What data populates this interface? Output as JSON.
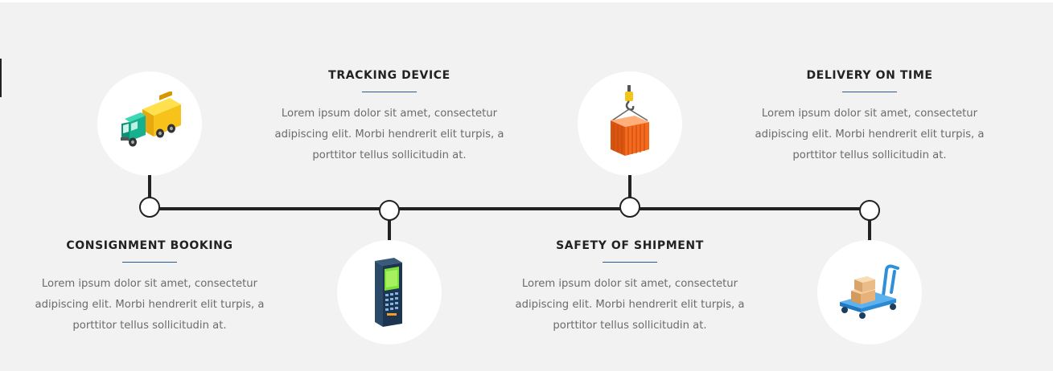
{
  "steps": [
    {
      "title": "CONSIGNMENT BOOKING",
      "description": "Lorem ipsum dolor sit amet, consectetur adipiscing elit. Morbi hendrerit elit turpis, a porttitor tellus sollicitudin at.",
      "icon": "delivery-truck-icon"
    },
    {
      "title": "TRACKING DEVICE",
      "description": "Lorem ipsum dolor sit amet, consectetur adipiscing elit. Morbi hendrerit elit turpis, a porttitor tellus sollicitudin at.",
      "icon": "handheld-scanner-icon"
    },
    {
      "title": "SAFETY OF SHIPMENT",
      "description": "Lorem ipsum dolor sit amet, consectetur adipiscing elit. Morbi hendrerit elit turpis, a porttitor tellus sollicitudin at.",
      "icon": "crane-container-icon"
    },
    {
      "title": "DELIVERY ON TIME",
      "description": "Lorem ipsum dolor sit amet, consectetur adipiscing elit. Morbi hendrerit elit turpis, a porttitor tellus sollicitudin at.",
      "icon": "hand-cart-boxes-icon"
    }
  ],
  "colors": {
    "background": "#f2f2f2",
    "line": "#222222",
    "accent_underline": "#2a5a8c",
    "title": "#222222",
    "body_text": "#6b6b6b"
  }
}
